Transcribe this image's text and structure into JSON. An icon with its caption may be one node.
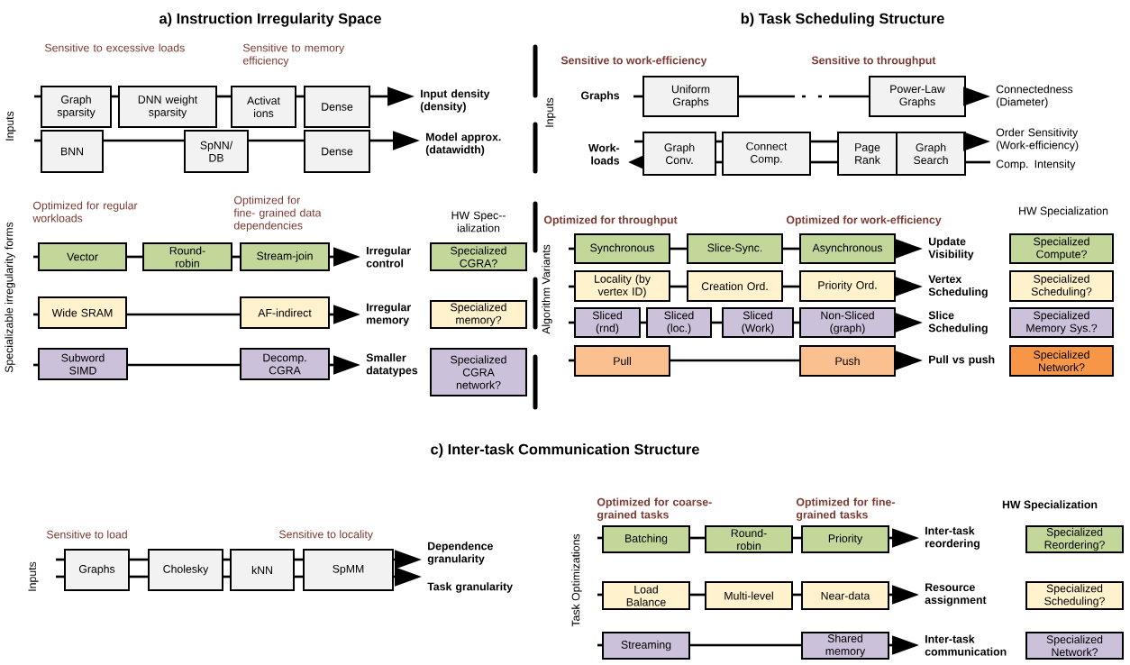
{
  "diagram": {
    "nodes": [
      {
        "text": [
          "Graph sparsity"
        ]
      },
      {
        "text": [
          "DNN weight sparsity"
        ]
      },
      {
        "text": [
          "Activat ions"
        ]
      },
      {
        "text": [
          "Dense"
        ]
      },
      {
        "text": [
          "Input density (density)"
        ]
      },
      {
        "text": [
          "BNN"
        ]
      },
      {
        "text": [
          "SpNN/ DB"
        ]
      },
      {
        "text": [
          "Dense"
        ]
      },
      {
        "text": [
          "Model approx. (datawidth)"
        ]
      },
      {
        "text": [
          "Vector"
        ]
      },
      {
        "text": [
          "Round- robin"
        ]
      },
      {
        "text": [
          "Stream-join"
        ]
      },
      {
        "text": [
          "Irregular control"
        ]
      },
      {
        "text": [
          "Specialized CGRA?"
        ]
      },
      {
        "text": [
          "Wide SRAM"
        ]
      },
      {
        "text": [
          "AF-indirect"
        ]
      },
      {
        "text": [
          "Irregular memory"
        ]
      },
      {
        "text": [
          "Specialized memory?"
        ]
      },
      {
        "text": [
          "Subword SIMD"
        ]
      },
      {
        "text": [
          "Decomp. CGRA"
        ]
      },
      {
        "text": [
          "Smaller datatypes"
        ]
      },
      {
        "text": [
          "Specialized CGRA network?"
        ]
      },
      {
        "text": [
          "Uniform Graphs"
        ]
      },
      {
        "text": [
          "Power-Law Graphs"
        ]
      },
      {
        "text": [
          "Connectedness (Diameter)"
        ]
      },
      {
        "text": [
          "Graph Conv."
        ]
      },
      {
        "text": [
          "Connect Comp."
        ]
      },
      {
        "text": [
          "Page Rank"
        ]
      },
      {
        "text": [
          "Graph Search"
        ]
      },
      {
        "text": [
          "Order Sensitivity (Work-efficiency)"
        ]
      },
      {
        "text": [
          "Comp. Intensity"
        ]
      },
      {
        "text": [
          "Synchronous"
        ]
      },
      {
        "text": [
          "Slice-Sync."
        ]
      },
      {
        "text": [
          "Asynchronous"
        ]
      },
      {
        "text": [
          "Update Visibility"
        ]
      },
      {
        "text": [
          "Specialized Compute?"
        ]
      },
      {
        "text": [
          "Locality (by vertex ID)"
        ]
      },
      {
        "text": [
          "Creation Ord."
        ]
      },
      {
        "text": [
          "Priority Ord."
        ]
      },
      {
        "text": [
          "Vertex Scheduling"
        ]
      },
      {
        "text": [
          "Specialized Scheduling?"
        ]
      },
      {
        "text": [
          "Sliced (rnd)"
        ]
      },
      {
        "text": [
          "Sliced (loc.)"
        ]
      },
      {
        "text": [
          "Sliced (Work)"
        ]
      },
      {
        "text": [
          "Non-Sliced (graph)"
        ]
      },
      {
        "text": [
          "Slice Scheduling"
        ]
      },
      {
        "text": [
          "Specialized Memory Sys.?"
        ]
      },
      {
        "text": [
          "Pull"
        ]
      },
      {
        "text": [
          "Push"
        ]
      },
      {
        "text": [
          "Pull vs push"
        ]
      },
      {
        "text": [
          "Specialized Network?"
        ]
      },
      {
        "text": [
          "Graphs"
        ]
      },
      {
        "text": [
          "Cholesky"
        ]
      },
      {
        "text": [
          "kNN"
        ]
      },
      {
        "text": [
          "SpMM"
        ]
      },
      {
        "text": [
          "Dependence granularity"
        ]
      },
      {
        "text": [
          "Task granularity"
        ]
      },
      {
        "text": [
          "Batching"
        ]
      },
      {
        "text": [
          "Round- robin"
        ]
      },
      {
        "text": [
          "Priority"
        ]
      },
      {
        "text": [
          "Inter-task reordering"
        ]
      },
      {
        "text": [
          "Specialized Reordering?"
        ]
      },
      {
        "text": [
          "Load Balance"
        ]
      },
      {
        "text": [
          "Multi-level"
        ]
      },
      {
        "text": [
          "Near-data"
        ]
      },
      {
        "text": [
          "Resource assignment"
        ]
      },
      {
        "text": [
          "Specialized Scheduling?"
        ]
      },
      {
        "text": [
          "Streaming"
        ]
      },
      {
        "text": [
          "Shared memory"
        ]
      },
      {
        "text": [
          "Inter-task communication"
        ]
      },
      {
        "text": [
          "Specialized Network?"
        ]
      }
    ],
    "edges": [
      {
        "from": null,
        "to": 0,
        "arrow": "none"
      },
      {
        "from": 0,
        "to": 1,
        "arrow": "none"
      },
      {
        "from": 1,
        "to": 2,
        "arrow": "none"
      },
      {
        "from": 2,
        "to": 3,
        "arrow": "none"
      },
      {
        "from": 3,
        "to": 4,
        "arrow": "to"
      },
      {
        "from": null,
        "to": 5,
        "arrow": "none"
      },
      {
        "from": 5,
        "to": 6,
        "arrow": "none"
      },
      {
        "from": 6,
        "to": 7,
        "arrow": "none"
      },
      {
        "from": 7,
        "to": 8,
        "arrow": "to"
      },
      {
        "from": null,
        "to": 9,
        "arrow": "none"
      },
      {
        "from": 9,
        "to": 10,
        "arrow": "none"
      },
      {
        "from": 10,
        "to": 11,
        "arrow": "none"
      },
      {
        "from": 11,
        "to": 12,
        "arrow": "to"
      },
      {
        "from": null,
        "to": 14,
        "arrow": "none"
      },
      {
        "from": 14,
        "to": 15,
        "arrow": "none"
      },
      {
        "from": 15,
        "to": 16,
        "arrow": "to"
      },
      {
        "from": null,
        "to": 18,
        "arrow": "none"
      },
      {
        "from": 18,
        "to": 19,
        "arrow": "none"
      },
      {
        "from": 19,
        "to": 20,
        "arrow": "to"
      },
      {
        "from": null,
        "to": 22,
        "arrow": "none"
      },
      {
        "from": 22,
        "to": 23,
        "arrow": "none",
        "style": "dashed"
      },
      {
        "from": 23,
        "to": 24,
        "arrow": "to"
      },
      {
        "from": null,
        "to": 25,
        "arrow": "none"
      },
      {
        "from": 25,
        "to": 26,
        "arrow": "none"
      },
      {
        "from": 26,
        "to": 27,
        "arrow": "none"
      },
      {
        "from": 28,
        "to": 29,
        "arrow": "to"
      },
      {
        "from": 25,
        "to": null,
        "arrow": "to"
      },
      {
        "from": 25,
        "to": 26,
        "arrow": "none"
      },
      {
        "from": 26,
        "to": 27,
        "arrow": "none"
      },
      {
        "from": 28,
        "to": 30,
        "arrow": "none"
      },
      {
        "from": null,
        "to": 31,
        "arrow": "none"
      },
      {
        "from": 31,
        "to": 32,
        "arrow": "none"
      },
      {
        "from": 32,
        "to": 33,
        "arrow": "none"
      },
      {
        "from": 33,
        "to": 34,
        "arrow": "to"
      },
      {
        "from": null,
        "to": 36,
        "arrow": "none"
      },
      {
        "from": 36,
        "to": 37,
        "arrow": "none"
      },
      {
        "from": 37,
        "to": 38,
        "arrow": "none"
      },
      {
        "from": 38,
        "to": 39,
        "arrow": "to"
      },
      {
        "from": null,
        "to": 41,
        "arrow": "none"
      },
      {
        "from": 41,
        "to": 42,
        "arrow": "none"
      },
      {
        "from": 42,
        "to": 43,
        "arrow": "none"
      },
      {
        "from": 43,
        "to": 44,
        "arrow": "none"
      },
      {
        "from": 44,
        "to": 45,
        "arrow": "to"
      },
      {
        "from": null,
        "to": 47,
        "arrow": "none"
      },
      {
        "from": 47,
        "to": 48,
        "arrow": "none"
      },
      {
        "from": 48,
        "to": 49,
        "arrow": "to"
      },
      {
        "from": null,
        "to": 51,
        "arrow": "none"
      },
      {
        "from": 51,
        "to": 52,
        "arrow": "none"
      },
      {
        "from": 52,
        "to": 53,
        "arrow": "none"
      },
      {
        "from": 53,
        "to": 54,
        "arrow": "none"
      },
      {
        "from": 54,
        "to": 55,
        "arrow": "to"
      },
      {
        "from": null,
        "to": 51,
        "arrow": "none"
      },
      {
        "from": 51,
        "to": 52,
        "arrow": "none"
      },
      {
        "from": 52,
        "to": 53,
        "arrow": "none"
      },
      {
        "from": 53,
        "to": 54,
        "arrow": "none"
      },
      {
        "from": 54,
        "to": 56,
        "arrow": "to"
      },
      {
        "from": null,
        "to": 57,
        "arrow": "none"
      },
      {
        "from": 57,
        "to": 58,
        "arrow": "none"
      },
      {
        "from": 58,
        "to": 59,
        "arrow": "none"
      },
      {
        "from": 59,
        "to": 60,
        "arrow": "to"
      },
      {
        "from": null,
        "to": 62,
        "arrow": "none"
      },
      {
        "from": 62,
        "to": 63,
        "arrow": "none"
      },
      {
        "from": 63,
        "to": 64,
        "arrow": "none"
      },
      {
        "from": 64,
        "to": 65,
        "arrow": "to"
      },
      {
        "from": null,
        "to": 67,
        "arrow": "none"
      },
      {
        "from": 67,
        "to": 68,
        "arrow": "none"
      },
      {
        "from": 68,
        "to": 69,
        "arrow": "to"
      }
    ],
    "labels": [
      "a) Instruction Irregularity Space",
      "b) Task Scheduling Structure",
      "Sensitive to excessive loads",
      "Sensitive to memory efficiency",
      "Inputs",
      "Sensitive to work-efficiency",
      "Sensitive to throughput",
      "Inputs",
      "Graphs",
      "Work- loads",
      "Optimized for regular workloads",
      "Optimized for fine- grained data dependencies",
      "HW Spec-- ialization",
      "Optimized for throughput",
      "Optimized for work-efficiency",
      "HW Specialization",
      "Specializable irregularity forms",
      "Algorithm Variants",
      "c) Inter-task Communication Structure",
      "Sensitive to load",
      "Sensitive to locality",
      "Optimized for coarse- grained tasks",
      "Optimized for fine- grained tasks",
      "HW Specialization",
      "Inputs",
      "Task Optimizations"
    ]
  }
}
